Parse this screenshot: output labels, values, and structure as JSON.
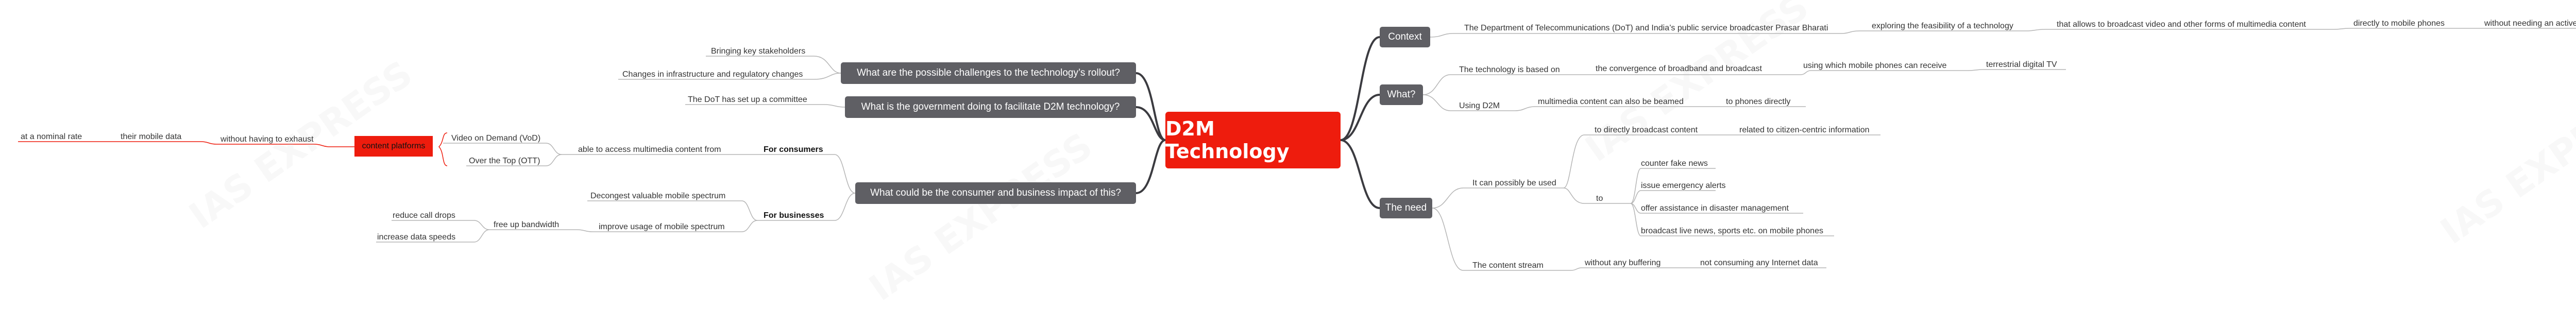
{
  "watermark": "IAS EXPRESS",
  "root": "D2M Technology",
  "context": {
    "label": "Context",
    "items": [
      "The Department of Telecommunications (DoT) and India’s public service broadcaster Prasar Bharati",
      "exploring the feasibility of a technology",
      "that allows to broadcast video and other forms of multimedia content",
      "directly to mobile phones",
      "without needing an active internet connection"
    ]
  },
  "what": {
    "label": "What?",
    "based_on": "The technology is based on",
    "convergence": "the convergence of broadband and broadcast",
    "using_which": "using which mobile phones can receive",
    "terrestrial": "terrestrial digital TV",
    "using_d2m": "Using D2M",
    "beamed": "multimedia content can also be beamed",
    "to_phones": "to phones directly"
  },
  "need": {
    "label": "The need",
    "could_be_used": "It can possibly be used",
    "directly_broadcast": "to directly broadcast content",
    "citizen_centric": "related to citizen-centric information",
    "to": "to",
    "uses": [
      "counter fake news",
      "issue emergency alerts",
      "offer assistance in disaster management",
      "broadcast live news, sports etc. on mobile phones"
    ],
    "content_stream": "The content stream",
    "without_buffering": "without any buffering",
    "no_internet_data": "not consuming any Internet data"
  },
  "challenges": {
    "label": "What are the possible challenges to the technology’s rollout?",
    "items": [
      "Bringing key stakeholders",
      "Changes in infrastructure and regulatory changes"
    ]
  },
  "government": {
    "label": "What is the government doing to facilitate D2M technology?",
    "item": "The DoT has set up a committee"
  },
  "impact": {
    "label": "What could be the consumer and business impact of this?",
    "consumers": "For consumers",
    "access": "able to access multimedia content from",
    "vod": "Video on Demand (VoD)",
    "ott": "Over the Top (OTT)",
    "platforms": "content platforms",
    "without_exhaust": "without having to exhaust",
    "mobile_data": "their mobile data",
    "nominal_rate": "at a nominal rate",
    "businesses": "For businesses",
    "decongest": "Decongest valuable mobile spectrum",
    "improve_usage": "improve usage of mobile spectrum",
    "free_up": "free up bandwidth",
    "reduce_drops": "reduce call drops",
    "increase_speeds": "increase data speeds"
  },
  "colors": {
    "root": "#ee1c0d",
    "branch": "#5f5f64",
    "connector": "#5f5f64",
    "leaf_line": "#c9c9c9",
    "highlight_line": "#ee1c0d"
  }
}
